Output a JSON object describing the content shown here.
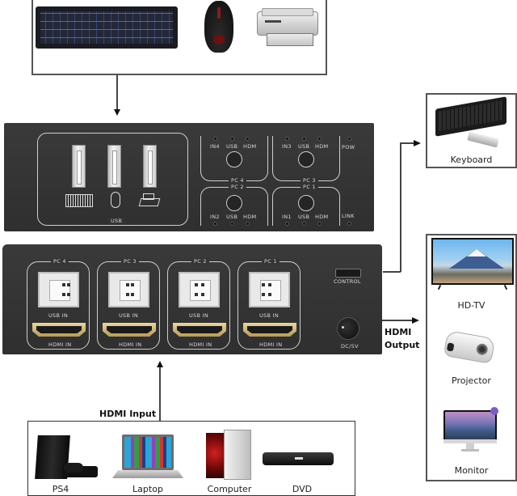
{
  "top_box": {
    "devices": [
      {
        "name": "keyboard",
        "icon": "keyboard-icon"
      },
      {
        "name": "mouse",
        "icon": "mouse-icon"
      },
      {
        "name": "printer",
        "icon": "printer-icon"
      }
    ]
  },
  "front_panel": {
    "usb_label": "USB",
    "usb_port_icons": [
      "keyboard-icon",
      "mouse-icon",
      "printer-icon"
    ],
    "pc_groups": [
      {
        "label": "PC 4",
        "leds": [
          "IN4",
          "USB",
          "HDM"
        ]
      },
      {
        "label": "PC 3",
        "leds": [
          "IN3",
          "USB",
          "HDM"
        ]
      },
      {
        "label": "PC 2",
        "leds": [
          "IN2",
          "USB",
          "HDM"
        ]
      },
      {
        "label": "PC 1",
        "leds": [
          "IN1",
          "USB",
          "HDM"
        ]
      }
    ],
    "pow_label": "POW",
    "link_label": "LINK"
  },
  "back_panel": {
    "ports": [
      {
        "pc": "PC 4",
        "usb_in": "USB IN",
        "hdmi_in": "HDMI IN"
      },
      {
        "pc": "PC 3",
        "usb_in": "USB IN",
        "hdmi_in": "HDMI IN"
      },
      {
        "pc": "PC 2",
        "usb_in": "USB IN",
        "hdmi_in": "HDMI IN"
      },
      {
        "pc": "PC 1",
        "usb_in": "USB IN",
        "hdmi_in": "HDMI IN"
      }
    ],
    "control_label": "CONTROL",
    "power_label": "DC/5V"
  },
  "keyboard_box": {
    "label": "Keyboard"
  },
  "hdmi_output": {
    "line1": "HDMI",
    "line2": "Output"
  },
  "output_box": {
    "devices": [
      {
        "label": "HD-TV"
      },
      {
        "label": "Projector"
      },
      {
        "label": "Monitor"
      }
    ]
  },
  "hdmi_input": {
    "title": "HDMI Input",
    "devices": [
      {
        "label": "PS4"
      },
      {
        "label": "Laptop"
      },
      {
        "label": "Computer"
      },
      {
        "label": "DVD"
      }
    ]
  }
}
